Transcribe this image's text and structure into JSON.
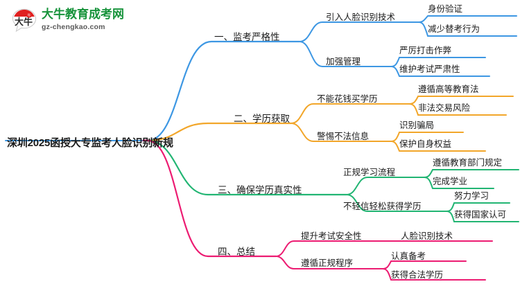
{
  "logo": {
    "mark_name": "daniu-speech-bubble-logo",
    "title": "大牛教育成考网",
    "subtitle": "gz-chengkao.com",
    "title_color": "#17933b",
    "subtitle_color": "#5a5a5a",
    "mark_red": "#e02020"
  },
  "mindmap": {
    "root": "深圳2025函授大专监考人脸识别新规",
    "colors": {
      "branch1": "#3d97e3",
      "branch2": "#f2a62a",
      "branch3": "#22b573",
      "branch4": "#ec1c72",
      "text": "#1a1a1a"
    },
    "branches": [
      {
        "label": "一、监考严格性",
        "color": "#3d97e3",
        "children": [
          {
            "label": "引入人脸识别技术",
            "leaves": [
              "身份验证",
              "减少替考行为"
            ]
          },
          {
            "label": "加强管理",
            "leaves": [
              "严厉打击作弊",
              "维护考试严肃性"
            ]
          }
        ]
      },
      {
        "label": "二、学历获取",
        "color": "#f2a62a",
        "children": [
          {
            "label": "不能花钱买学历",
            "leaves": [
              "遵循高等教育法",
              "非法交易风险"
            ]
          },
          {
            "label": "警惕不法信息",
            "leaves": [
              "识别骗局",
              "保护自身权益"
            ]
          }
        ]
      },
      {
        "label": "三、确保学历真实性",
        "color": "#22b573",
        "children": [
          {
            "label": "正规学习流程",
            "leaves": [
              "遵循教育部门规定",
              "完成学业"
            ]
          },
          {
            "label": "不轻信轻松获得学历",
            "leaves": [
              "努力学习",
              "获得国家认可"
            ]
          }
        ]
      },
      {
        "label": "四、总结",
        "color": "#ec1c72",
        "children": [
          {
            "label": "提升考试安全性",
            "leaves": [
              "人脸识别技术"
            ]
          },
          {
            "label": "遵循正规程序",
            "leaves": [
              "认真备考",
              "获得合法学历"
            ]
          }
        ]
      }
    ]
  }
}
